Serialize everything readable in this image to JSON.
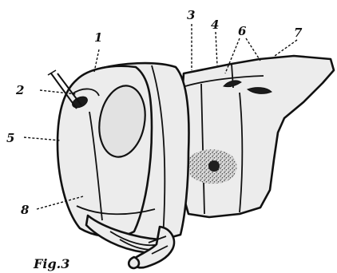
{
  "figure": {
    "caption": "Fig.3",
    "labels": [
      "1",
      "2",
      "3",
      "4",
      "5",
      "6",
      "7",
      "8"
    ]
  },
  "colors": {
    "ink": "#111111",
    "paper": "#ffffff",
    "stipple": "#ececec"
  }
}
